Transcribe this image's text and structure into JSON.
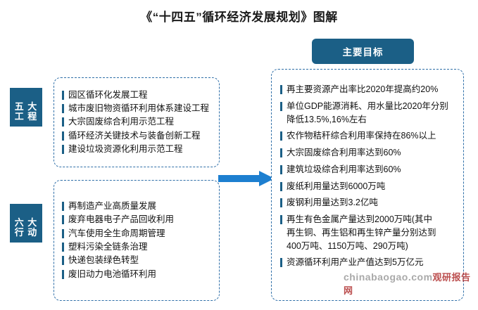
{
  "title": "《“十四五”循环经济发展规划》图解",
  "left": {
    "group1": {
      "tab_label": "五大工程",
      "tab_lines": [
        "五 大",
        "工 程"
      ],
      "items": [
        "园区循环化发展工程",
        "城市废旧物资循环利用体系建设工程",
        "大宗固废综合利用示范工程",
        "循环经济关键技术与装备创新工程",
        "建设垃圾资源化利用示范工程"
      ]
    },
    "group2": {
      "tab_label": "六大行动",
      "tab_lines": [
        "六 大",
        "行 动"
      ],
      "items": [
        "再制造产业高质量发展",
        "废弃电器电子产品回收利用",
        "汽车使用全生命周期管理",
        "塑料污染全链条治理",
        "快递包装绿色转型",
        "废旧动力电池循环利用"
      ]
    }
  },
  "right": {
    "header": "主要目标",
    "items": [
      "再主要资源产出率比2020年提高约20%",
      "单位GDP能源消耗、用水量比2020年分别\n降低13.5%,16%左右",
      "农作物秸秆综合利用率保持在86%以上",
      "大宗固废综合利用率达到60%",
      "建筑垃圾综合利用率达到60%",
      "废纸利用量达到6000万吨",
      "废钢利用量达到3.2亿吨",
      "再生有色金属产量达到2000万吨(其中\n再生铜、再生铝和再生锌产量分别达到\n400万吨、1150万吨、290万吨)",
      "资源循环利用产业产值达到5万亿元"
    ]
  },
  "watermark": {
    "domain": "chinabaogao.com",
    "cn": "观研报告网"
  }
}
